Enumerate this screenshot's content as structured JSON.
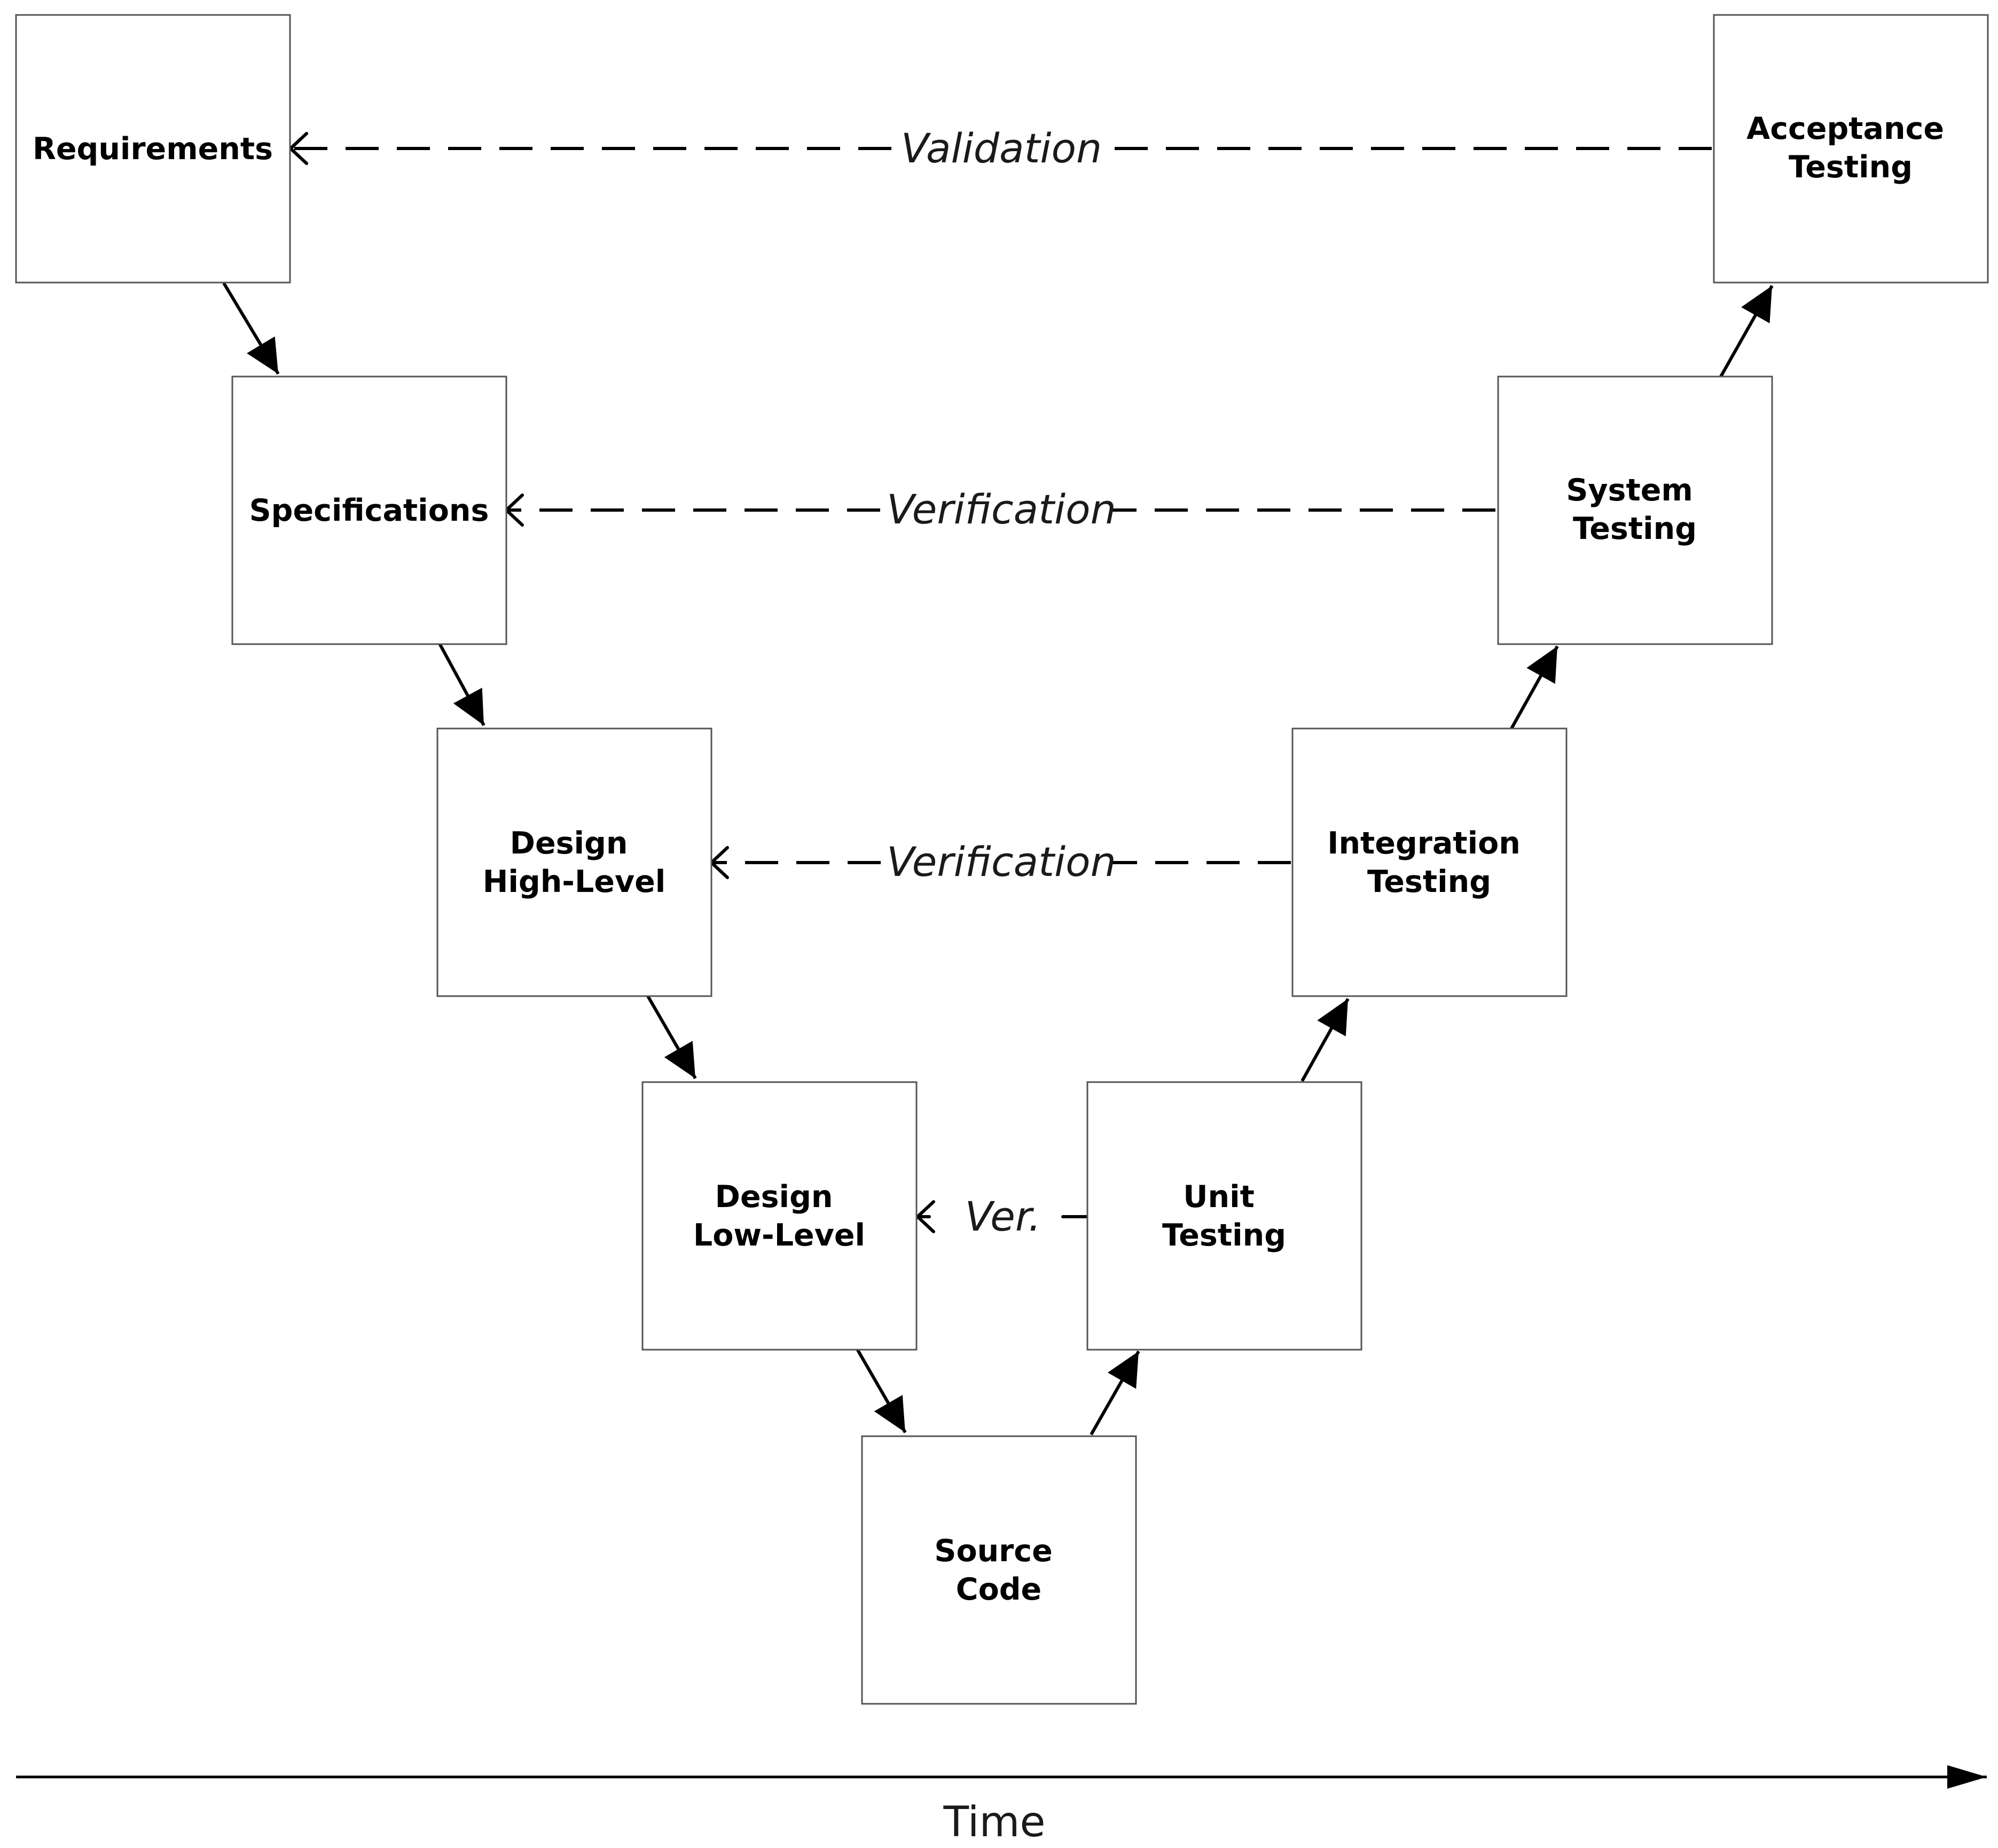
{
  "boxes": {
    "requirements": {
      "lines": [
        "Requirements"
      ]
    },
    "specifications": {
      "lines": [
        "Specifications"
      ]
    },
    "design_high_level": {
      "lines": [
        "Design",
        "High-Level"
      ]
    },
    "design_low_level": {
      "lines": [
        "Design",
        "Low-Level"
      ]
    },
    "source_code": {
      "lines": [
        "Source",
        "Code"
      ]
    },
    "unit_testing": {
      "lines": [
        "Unit",
        "Testing"
      ]
    },
    "integration_testing": {
      "lines": [
        "Integration",
        "Testing"
      ]
    },
    "system_testing": {
      "lines": [
        "System",
        "Testing"
      ]
    },
    "acceptance_testing": {
      "lines": [
        "Acceptance",
        "Testing"
      ]
    }
  },
  "relations": {
    "validation": "Validation",
    "verification_system": "Verification",
    "verification_integration": "Verification",
    "verification_unit": "Ver."
  },
  "axis": {
    "label": "Time"
  }
}
